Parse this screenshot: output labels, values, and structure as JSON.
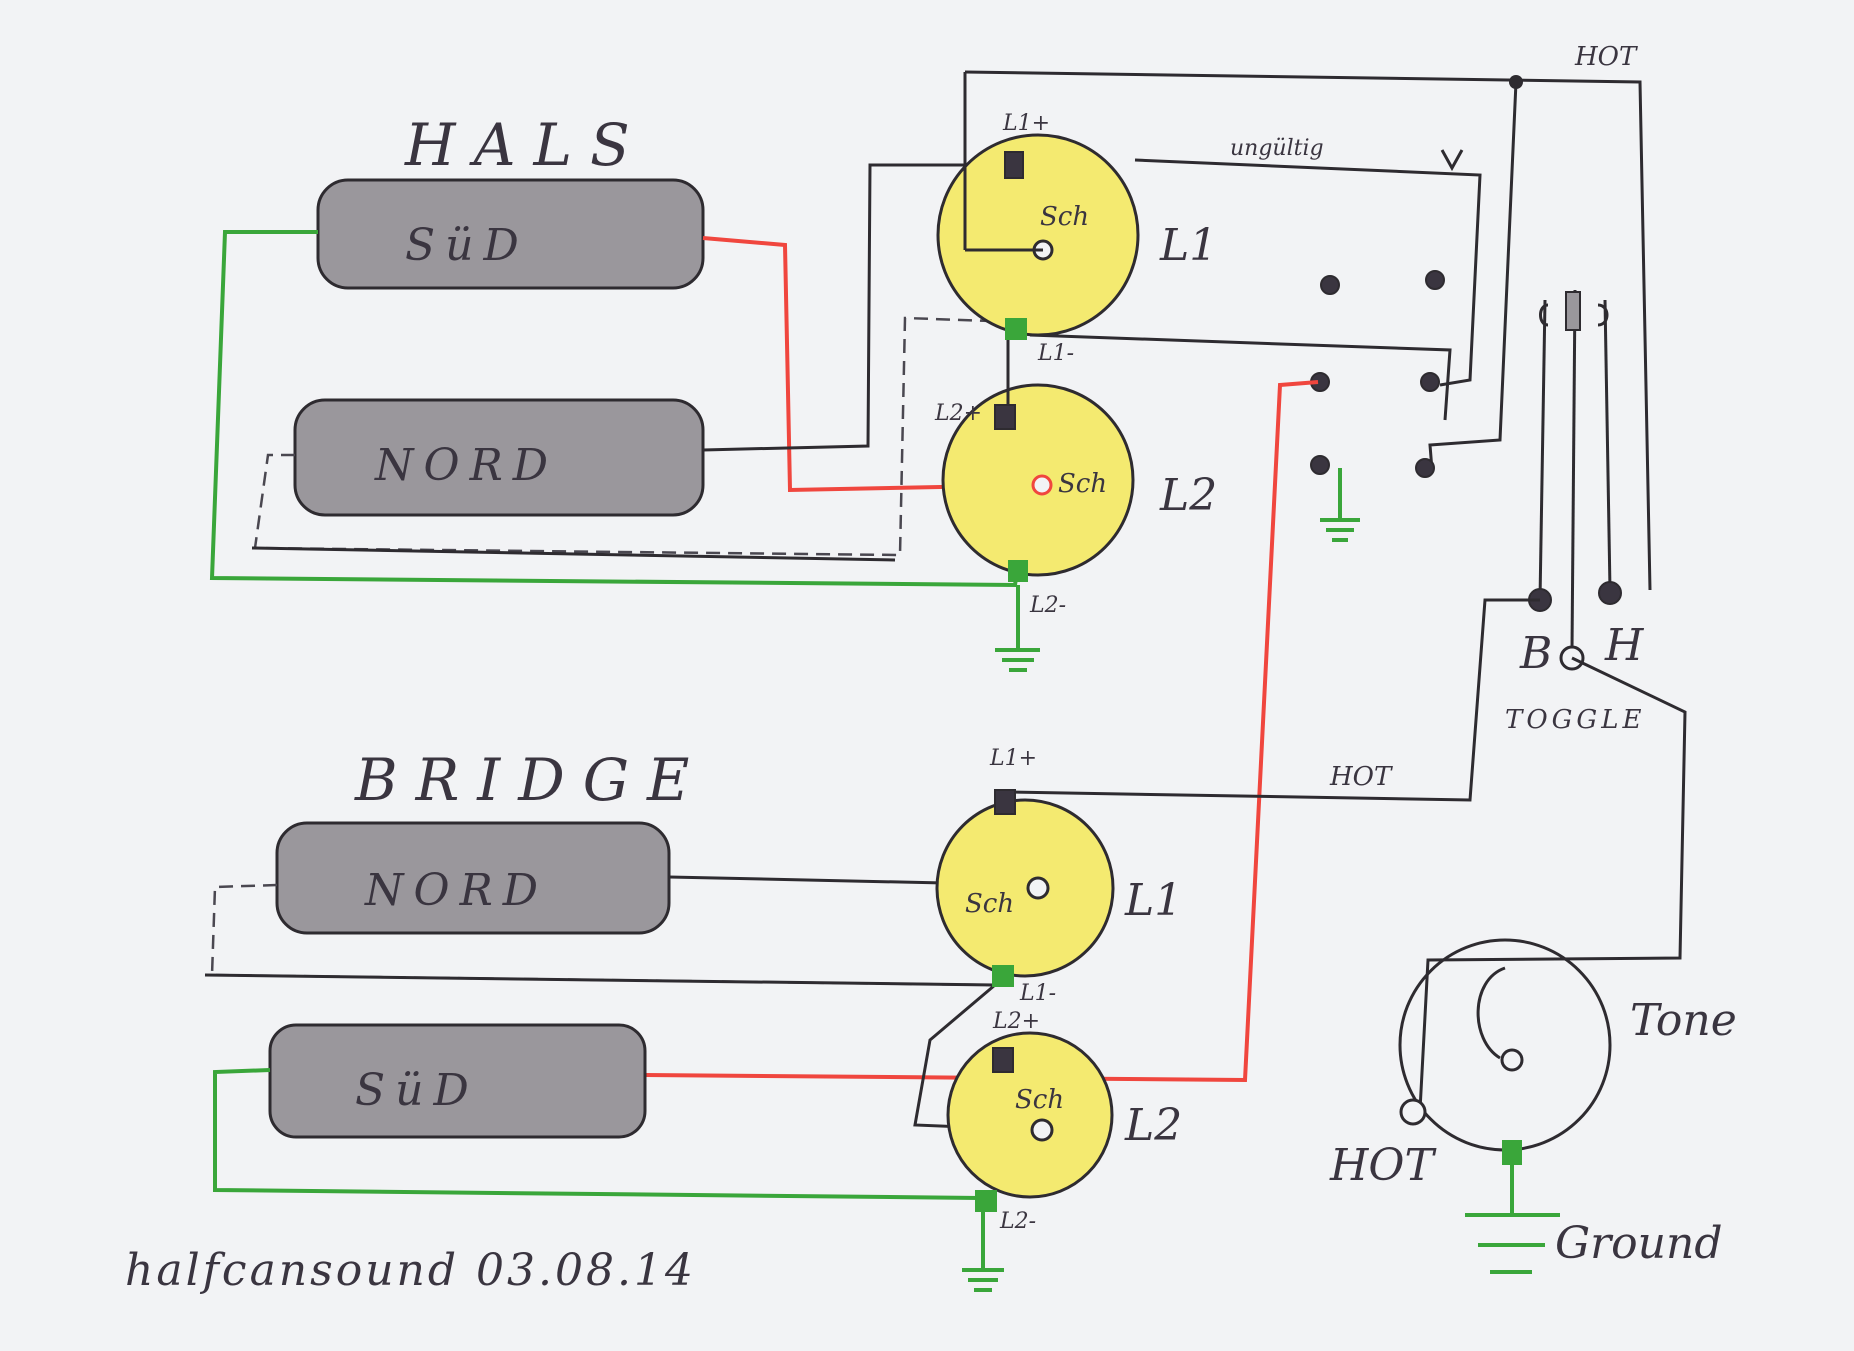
{
  "neck": {
    "title": "HALS",
    "coil_top": "SüD",
    "coil_bottom": "NORD",
    "pot_top": {
      "label": "L1",
      "plus": "L1+",
      "minus": "L1-",
      "sch": "Sch"
    },
    "pot_bottom": {
      "label": "L2",
      "plus": "L2+",
      "minus": "L2-",
      "sch": "Sch"
    }
  },
  "bridge": {
    "title": "BRIDGE",
    "coil_top": "NORD",
    "coil_bottom": "SüD",
    "pot_top": {
      "label": "L1",
      "plus": "L1+",
      "minus": "L1-",
      "sch": "Sch"
    },
    "pot_bottom": {
      "label": "L2",
      "plus": "L2+",
      "minus": "L2-",
      "sch": "Sch"
    }
  },
  "switch_note": "ungültig",
  "toggle": {
    "label": "TOGGLE",
    "b": "B",
    "h": "H"
  },
  "hot_labels": [
    "HOT",
    "HOT",
    "HOT"
  ],
  "tone_label": "Tone",
  "ground_label": "Ground",
  "signature": "halfcansound 03.08.14",
  "colors": {
    "paper": "#f2f3f5",
    "ink": "#2e2b30",
    "red_wire": "#f0463e",
    "green_wire": "#3aa63a",
    "pot_fill": "#f4ea70",
    "coil_fill": "#9a979c"
  }
}
